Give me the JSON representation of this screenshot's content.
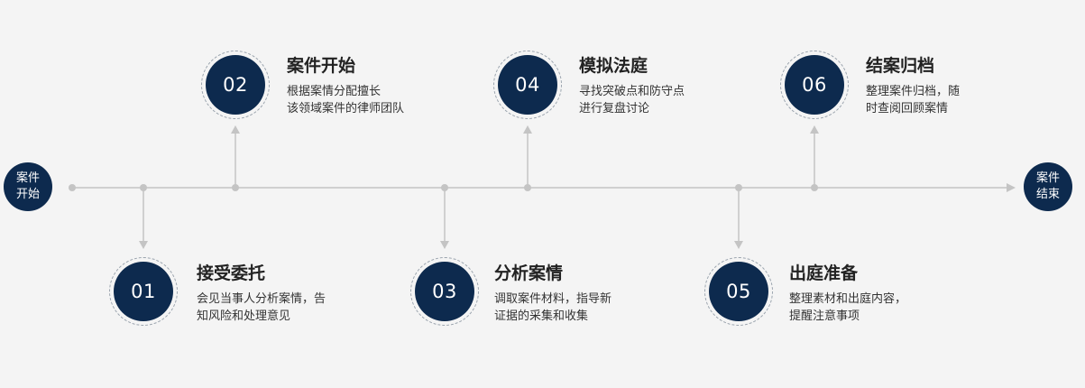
{
  "start_node": {
    "line1": "案件",
    "line2": "开始"
  },
  "end_node": {
    "line1": "案件",
    "line2": "结束"
  },
  "steps": [
    {
      "number": "01",
      "title": "接受委托",
      "desc": "会见当事人分析案情，告\n知风险和处理意见"
    },
    {
      "number": "02",
      "title": "案件开始",
      "desc": "根据案情分配擅长\n该领域案件的律师团队"
    },
    {
      "number": "03",
      "title": "分析案情",
      "desc": "调取案件材料，指导新\n证据的采集和收集"
    },
    {
      "number": "04",
      "title": "模拟法庭",
      "desc": "寻找突破点和防守点\n进行复盘讨论"
    },
    {
      "number": "05",
      "title": "出庭准备",
      "desc": "整理素材和出庭内容，\n提醒注意事项"
    },
    {
      "number": "06",
      "title": "结案归档",
      "desc": "整理案件归档，随\n时查阅回顾案情"
    }
  ],
  "colors": {
    "node_fill": "#0d2a4e",
    "line": "#c4c4c4",
    "background": "#f4f4f4"
  }
}
